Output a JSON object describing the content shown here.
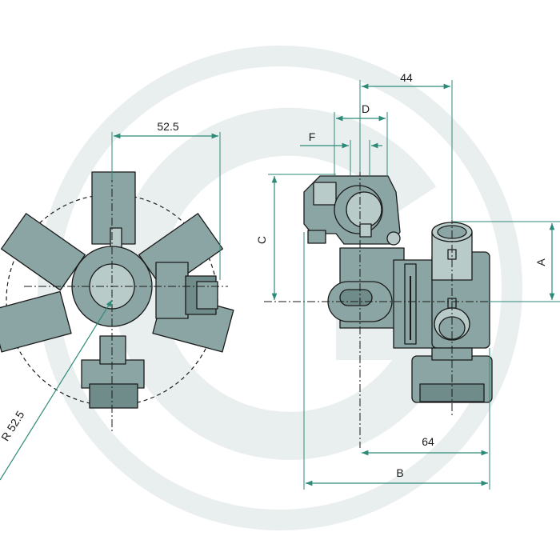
{
  "colors": {
    "part_fill": "#8aa5a3",
    "part_light": "#b8cbc9",
    "part_dark": "#6f8c8a",
    "outline": "#1a1a1a",
    "dimension_line": "#2e8a78",
    "watermark": "#e9eeee"
  },
  "dimensions": {
    "left_width": "52.5",
    "left_radius": "R 52.5",
    "top_44": "44",
    "label_d": "D",
    "label_f": "F",
    "label_c": "C",
    "label_a": "A",
    "bottom_64": "64",
    "label_b": "B"
  }
}
